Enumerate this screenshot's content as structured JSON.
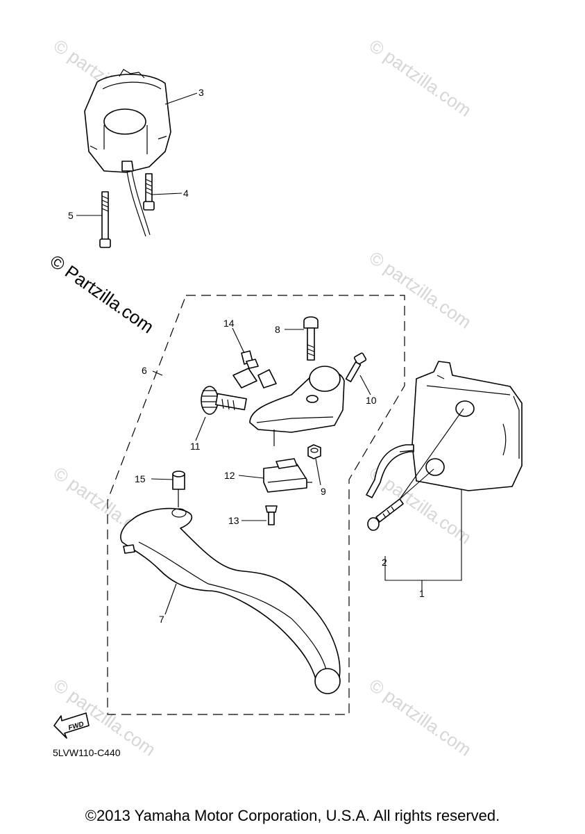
{
  "watermark": {
    "text": "© Partzilla.com",
    "faint_text": "© partzilla.com",
    "color": "#d6d6d6"
  },
  "callouts": {
    "c1": "1",
    "c2": "2",
    "c3": "3",
    "c4": "4",
    "c5": "5",
    "c6": "6",
    "c7": "7",
    "c8": "8",
    "c9": "9",
    "c10": "10",
    "c11": "11",
    "c12": "12",
    "c13": "13",
    "c14": "14",
    "c15": "15"
  },
  "fwd_label": "FWD",
  "diagram_code": "5LVW110-C440",
  "copyright": "©2013 Yamaha Motor Corporation, U.S.A. All rights reserved."
}
